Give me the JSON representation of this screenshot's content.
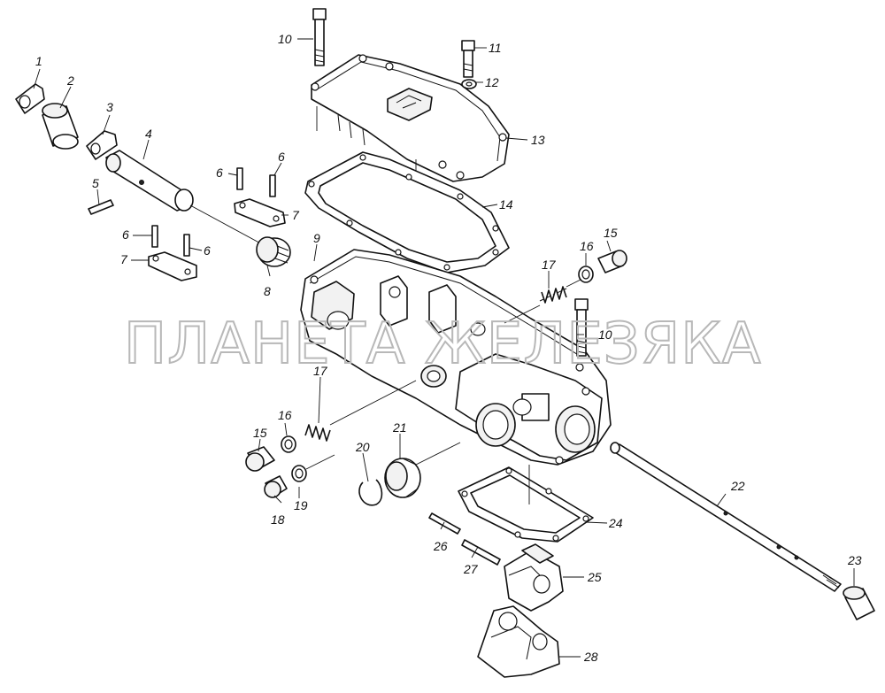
{
  "watermark": "ПЛАНЕТА ЖЕЛЕЗЯКА",
  "callouts": {
    "c1": "1",
    "c2": "2",
    "c3": "3",
    "c4": "4",
    "c5": "5",
    "c6a": "6",
    "c6b": "6",
    "c6c": "6",
    "c6d": "6",
    "c7a": "7",
    "c7b": "7",
    "c8": "8",
    "c9": "9",
    "c10a": "10",
    "c10b": "10",
    "c11": "11",
    "c12": "12",
    "c13": "13",
    "c14": "14",
    "c15a": "15",
    "c15b": "15",
    "c16a": "16",
    "c16b": "16",
    "c17a": "17",
    "c17b": "17",
    "c18": "18",
    "c19": "19",
    "c20": "20",
    "c21": "21",
    "c22": "22",
    "c23": "23",
    "c24": "24",
    "c25": "25",
    "c26": "26",
    "c27": "27",
    "c28": "28"
  }
}
